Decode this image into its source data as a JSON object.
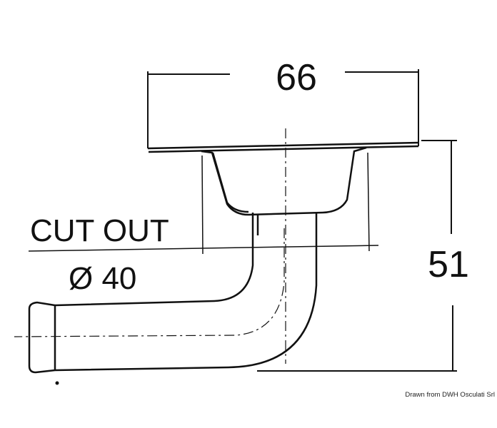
{
  "dimensions": {
    "width_label": "66",
    "height_label": "51",
    "cutout_label": "CUT OUT",
    "diameter_label": "Ø 40"
  },
  "credit": {
    "text": "Drawn from DWH Osculati Srl"
  },
  "colors": {
    "line": "#111111",
    "background": "#ffffff"
  }
}
